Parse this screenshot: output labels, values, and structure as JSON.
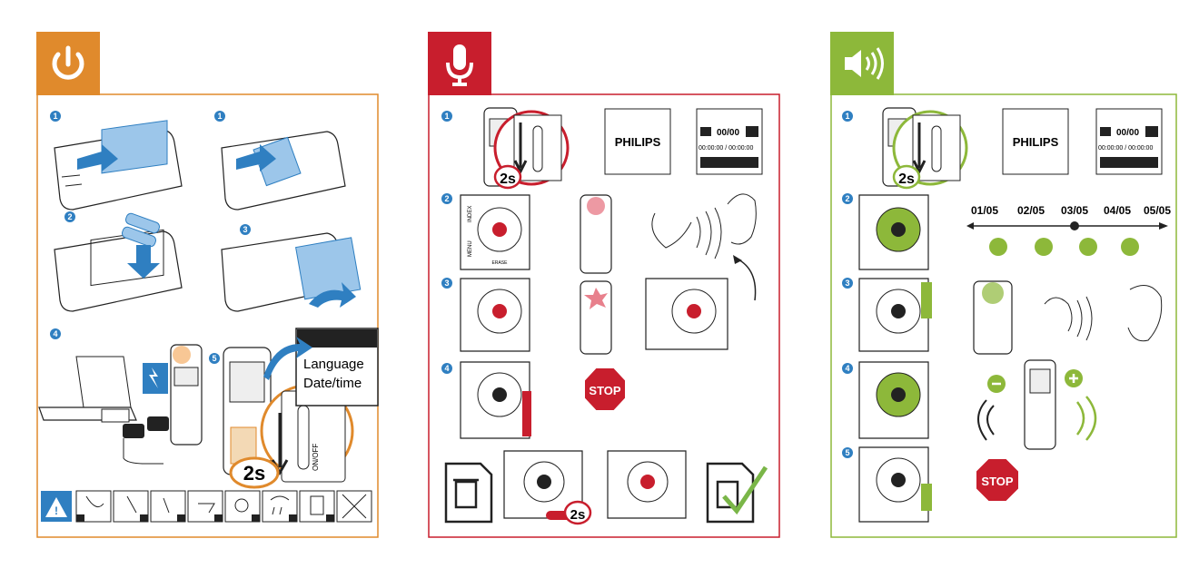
{
  "panels": [
    {
      "id": "power",
      "accent": "#e08a2c",
      "icon": "power-icon",
      "steps": [
        "1",
        "1",
        "2",
        "3",
        "4",
        "5"
      ],
      "screen_text": [
        "Language",
        "Date/time"
      ],
      "hold_time": "2s",
      "switch_label": "ON/OFF",
      "warning_icons": [
        "warning-icon",
        "no-drop-icon",
        "no-spray-icon",
        "no-wipe-icon",
        "no-sun-icon",
        "no-rain-icon",
        "no-magnet-icon",
        "no-bin-icon"
      ]
    },
    {
      "id": "record",
      "accent": "#c81e2d",
      "icon": "microphone-icon",
      "steps": [
        "1",
        "2",
        "3",
        "4"
      ],
      "brand": "PHILIPS",
      "hold_time": "2s",
      "counter": "00/00",
      "time": "00:00:00 / 00:00:00",
      "button_labels": [
        "INDEX",
        "MENU",
        "ERASE"
      ],
      "stop": "STOP"
    },
    {
      "id": "playback",
      "accent": "#8db83a",
      "icon": "speaker-icon",
      "steps": [
        "1",
        "2",
        "3",
        "4",
        "5"
      ],
      "brand": "PHILIPS",
      "hold_time": "2s",
      "counter": "00/00",
      "time": "00:00:00 / 00:00:00",
      "files": [
        "01/05",
        "02/05",
        "03/05",
        "04/05",
        "05/05"
      ],
      "stop": "STOP"
    }
  ],
  "colors": {
    "blue": "#2f7fc1",
    "green": "#7ab648",
    "red": "#c81e2d",
    "orange": "#e08a2c"
  }
}
